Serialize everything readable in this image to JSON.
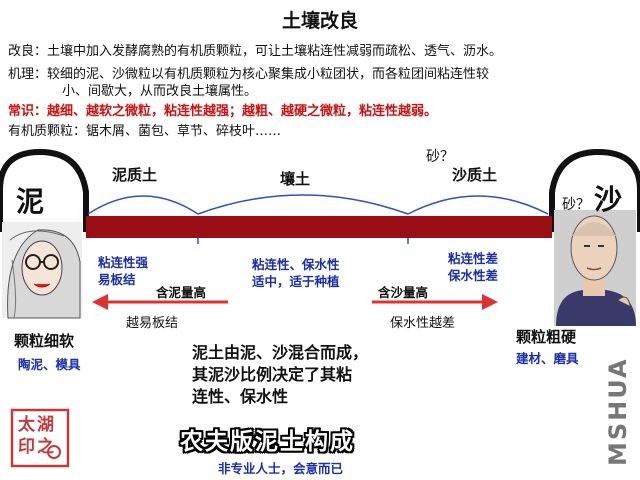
{
  "header": {
    "title": "土壤改良",
    "improve": "改良：土壤中加入发酵腐熟的有机质颗粒，可让土壤粘连性减弱而疏松、透气、沥水。",
    "mechanism_line1": "机理：较细的泥、沙微粒以有机质颗粒为核心聚集成小粒团状，而各粒团间粘连性较",
    "mechanism_line2": "小、间歇大，从而改良土壤属性。",
    "common_sense": "常识：越细、越软之微粒，粘连性越强；越粗、越硬之微粒，粘连性越弱。",
    "organic": "有机质颗粒：锯木屑、菌包、草节、碎枝叶……"
  },
  "diagram": {
    "left_char": "泥",
    "right_char": "沙",
    "sand_q_top": "砂？",
    "sand_q_right": "砂？",
    "zone_left": "泥质土",
    "zone_mid": "壤土",
    "zone_right": "沙质土",
    "left_props": "粘连性强\n易板结",
    "mid_props": "粘连性、保水性\n适中，适于种植",
    "right_props": "粘连性差\n保水性差",
    "mud_more": "含泥量高",
    "sand_more": "含沙量高",
    "harden": "越易板结",
    "retain": "保水性越差",
    "left_grain": "颗粒细软",
    "left_use": "陶泥、模具",
    "right_grain": "颗粒粗硬",
    "right_use": "建材、磨具",
    "summary": "泥土由泥、沙混合而成，\n其泥沙比例决定了其粘\n连性、保水性"
  },
  "footer": {
    "title": "农夫版泥土构成",
    "subtitle": "非专业人士，会意而已",
    "watermark": "MSHUA",
    "seal_text": "太湖印之"
  },
  "colors": {
    "bar": "#9a0f16",
    "arrow": "#e03030",
    "arc": "#2a4fd0",
    "blue_text": "#1a2fb0"
  }
}
